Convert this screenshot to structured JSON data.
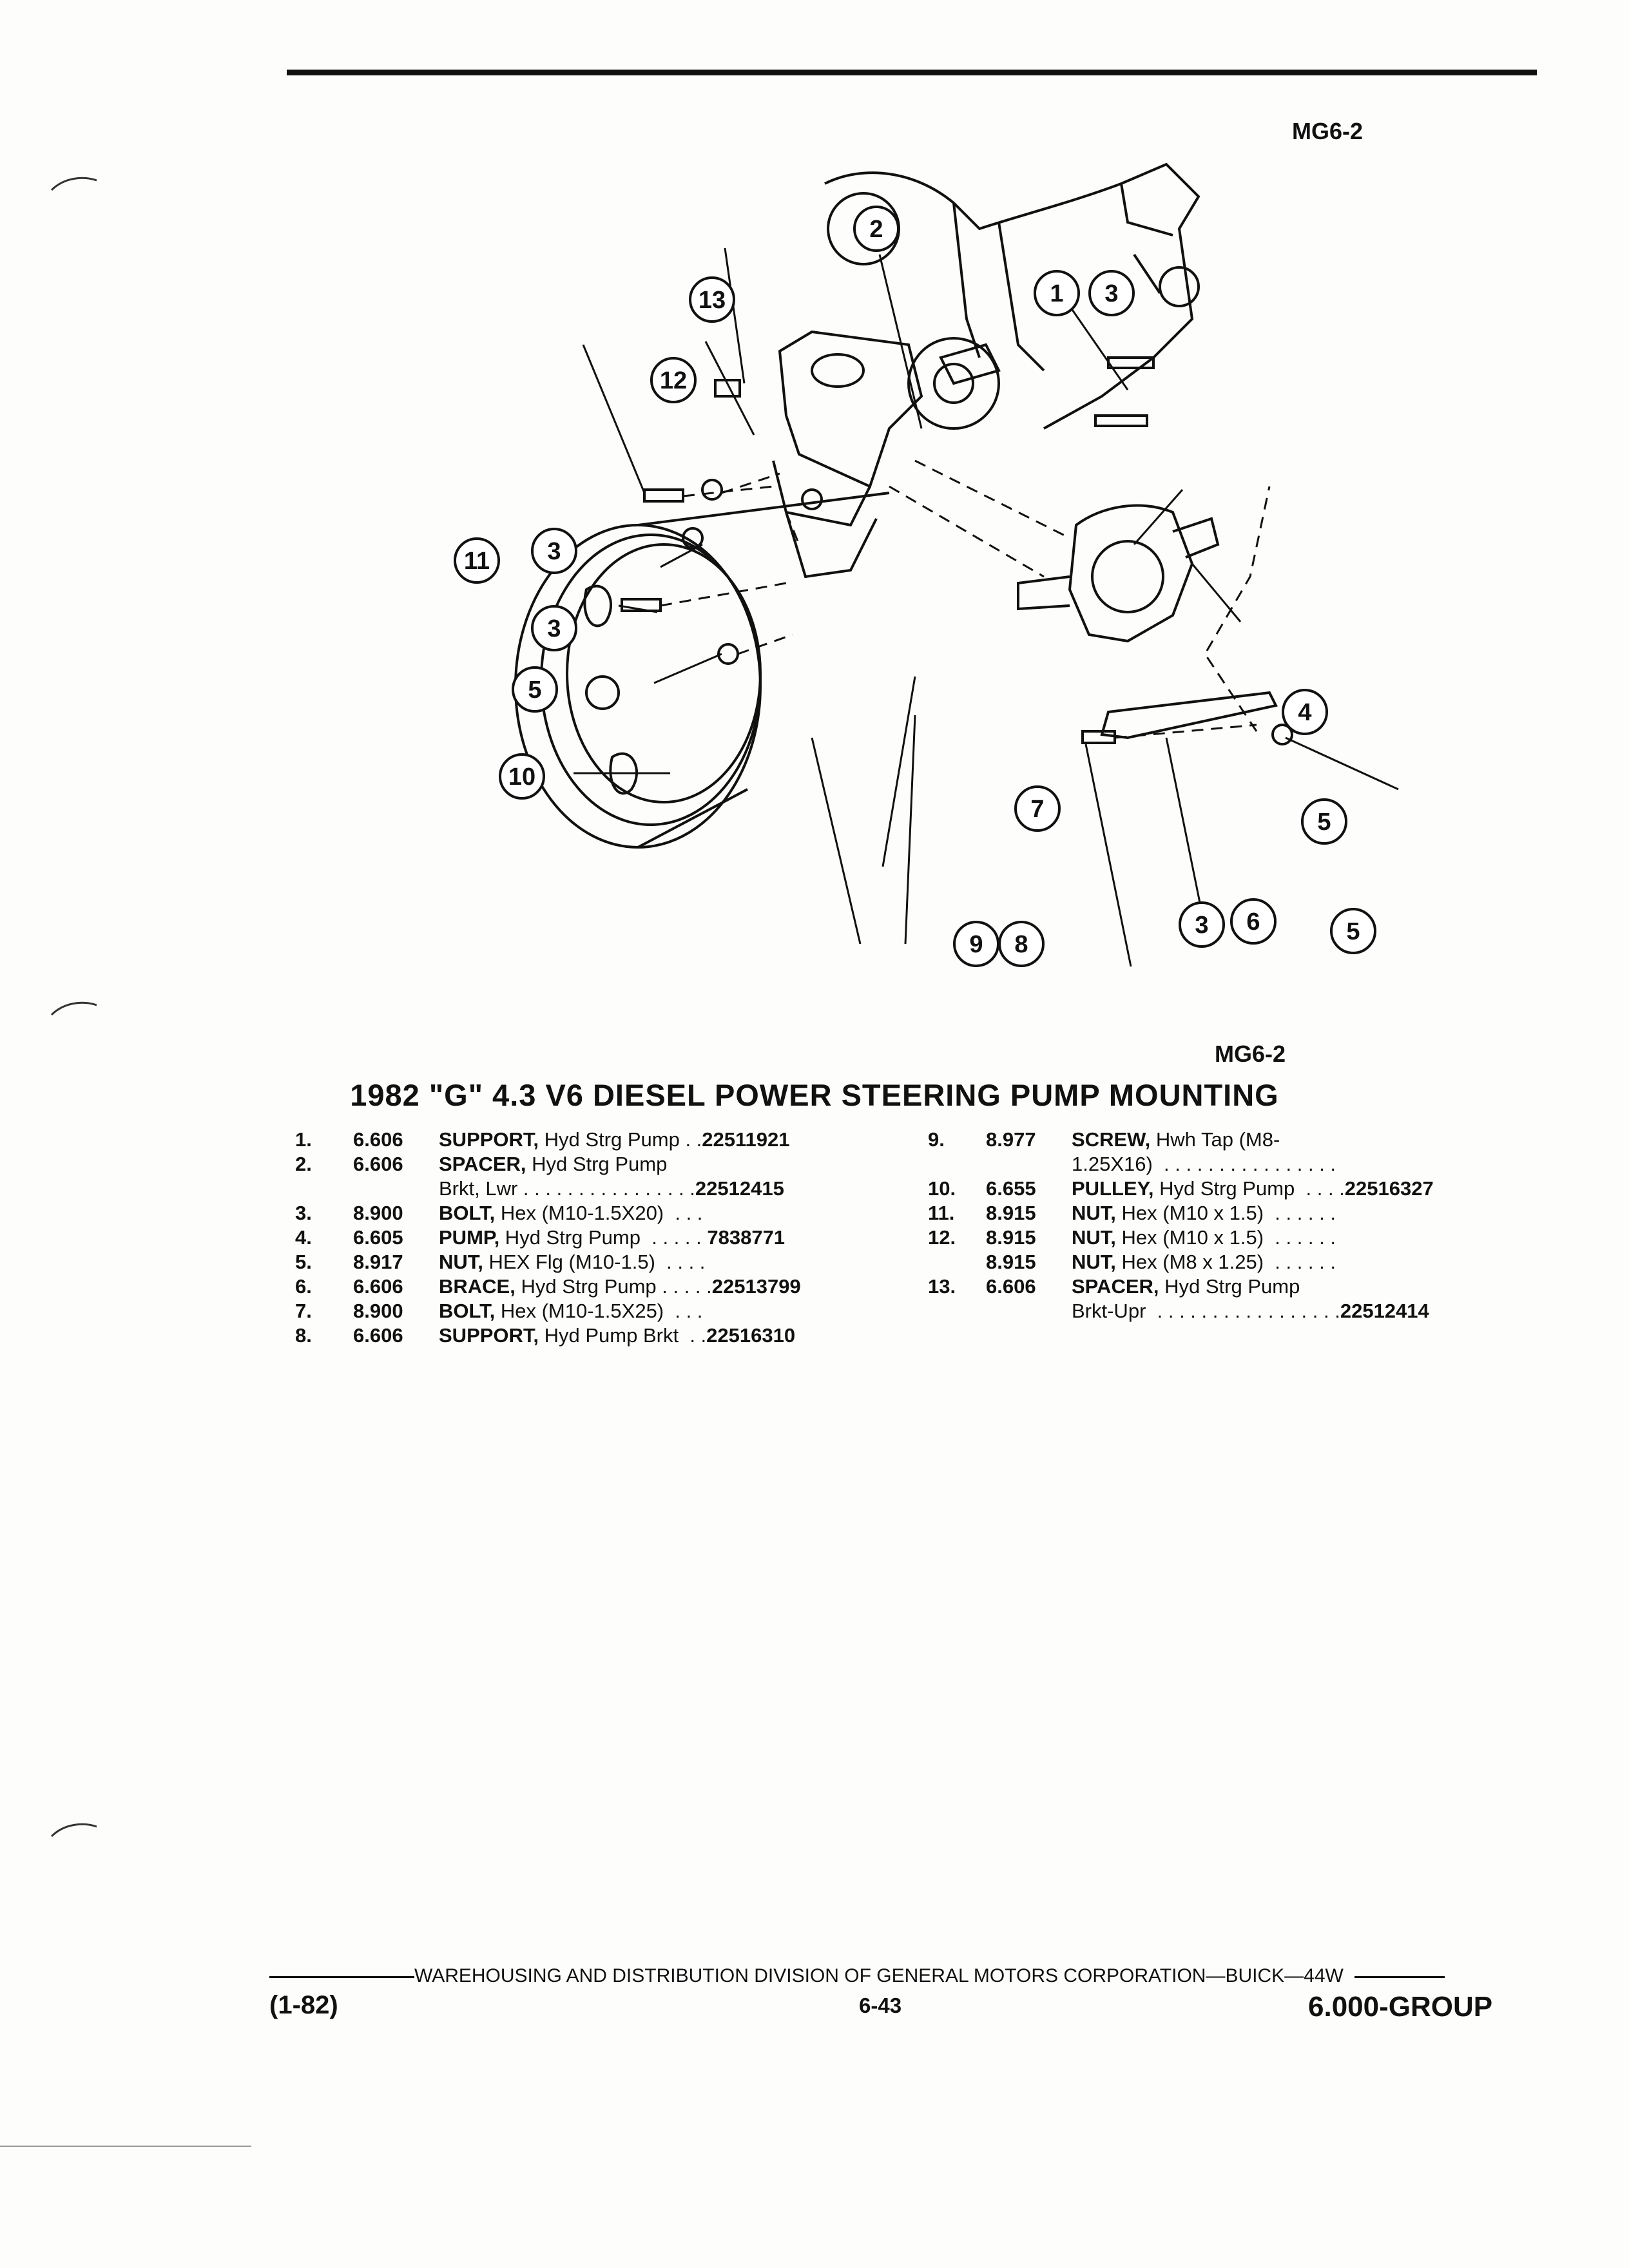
{
  "figure_code_top": "MG6-2",
  "figure_code_bottom": "MG6-2",
  "title": "1982 \"G\" 4.3 V6 DIESEL POWER STEERING PUMP MOUNTING",
  "callouts": [
    "1",
    "2",
    "3",
    "3",
    "3",
    "3",
    "4",
    "5",
    "5",
    "6",
    "7",
    "8",
    "9",
    "10",
    "11",
    "12",
    "13"
  ],
  "parts_left": [
    {
      "num": "1.",
      "group": "6.606",
      "name": "SUPPORT,",
      "desc": " Hyd Strg Pump . .",
      "part_no": "22511921",
      "desc2": ""
    },
    {
      "num": "2.",
      "group": "6.606",
      "name": "SPACER,",
      "desc": " Hyd Strg Pump",
      "part_no": "",
      "desc2": "Brkt, Lwr . . . . . . . . . . . . . . . ."
    },
    {
      "num": "",
      "group": "",
      "name": "",
      "desc": "",
      "part_no": "22512415",
      "desc2": ""
    },
    {
      "num": "3.",
      "group": "8.900",
      "name": "BOLT,",
      "desc": " Hex (M10-1.5X20)  . . .",
      "part_no": "",
      "desc2": ""
    },
    {
      "num": "4.",
      "group": "6.605",
      "name": "PUMP,",
      "desc": " Hyd Strg Pump  . . . . .",
      "part_no": "7838771",
      "desc2": ""
    },
    {
      "num": "5.",
      "group": "8.917",
      "name": "NUT,",
      "desc": " HEX Flg (M10-1.5)  . . . .",
      "part_no": "",
      "desc2": ""
    },
    {
      "num": "6.",
      "group": "6.606",
      "name": "BRACE,",
      "desc": " Hyd Strg Pump . . . . .",
      "part_no": "22513799",
      "desc2": ""
    },
    {
      "num": "7.",
      "group": "8.900",
      "name": "BOLT,",
      "desc": " Hex (M10-1.5X25)  . . .",
      "part_no": "",
      "desc2": ""
    },
    {
      "num": "8.",
      "group": "6.606",
      "name": "SUPPORT,",
      "desc": " Hyd Pump Brkt  . .",
      "part_no": "22516310",
      "desc2": ""
    }
  ],
  "parts_right": [
    {
      "num": "9.",
      "group": "8.977",
      "name": "SCREW,",
      "desc": " Hwh Tap (M8-",
      "part_no": "",
      "desc2": "1.25X16)  . . . . . . . . . . . . . . . ."
    },
    {
      "num": "10.",
      "group": "6.655",
      "name": "PULLEY,",
      "desc": " Hyd Strg Pump  . . . .",
      "part_no": "22516327",
      "desc2": ""
    },
    {
      "num": "11.",
      "group": "8.915",
      "name": "NUT,",
      "desc": " Hex (M10 x 1.5)  . . . . . .",
      "part_no": "",
      "desc2": ""
    },
    {
      "num": "12.",
      "group": "8.915",
      "name": "NUT,",
      "desc": " Hex (M10 x 1.5)  . . . . . .",
      "part_no": "",
      "desc2": ""
    },
    {
      "num": "",
      "group": "8.915",
      "name": "NUT,",
      "desc": " Hex (M8 x 1.25)  . . . . . .",
      "part_no": "",
      "desc2": ""
    },
    {
      "num": "13.",
      "group": "6.606",
      "name": "SPACER,",
      "desc": " Hyd Strg Pump",
      "part_no": "",
      "desc2": "Brkt-Upr  . . . . . . . . . . . . . . . . ."
    },
    {
      "num": "",
      "group": "",
      "name": "",
      "desc": "",
      "part_no": "22512414",
      "desc2": ""
    }
  ],
  "footer": {
    "division": "WAREHOUSING AND DISTRIBUTION  DIVISION OF GENERAL MOTORS CORPORATION—BUICK—44W",
    "date": "(1-82)",
    "page": "6-43",
    "group": "6.000-GROUP"
  }
}
